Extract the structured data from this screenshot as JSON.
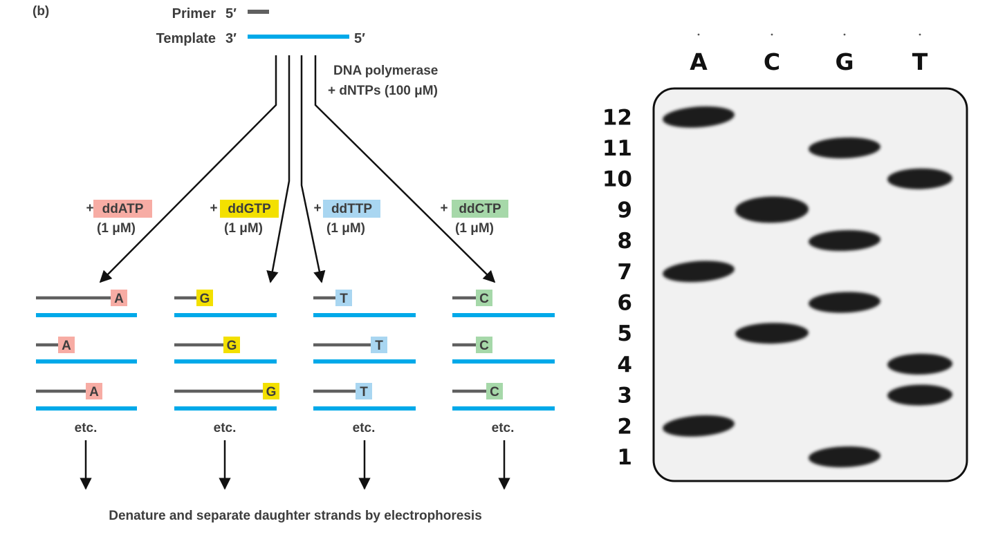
{
  "panel_label": "(b)",
  "primer": {
    "label": "Primer",
    "end": "5′"
  },
  "template": {
    "label": "Template",
    "end_left": "3′",
    "end_right": "5′"
  },
  "polymerase": {
    "line1": "DNA polymerase",
    "line2": "+ dNTPs (100 μM)"
  },
  "reactions": [
    {
      "plus": "+",
      "name": "ddATP",
      "conc": "(1 μM)",
      "base": "A",
      "color": "#f7aca4",
      "etc": "etc."
    },
    {
      "plus": "+",
      "name": "ddGTP",
      "conc": "(1 μM)",
      "base": "G",
      "color": "#f3e000",
      "etc": "etc."
    },
    {
      "plus": "+",
      "name": "ddTTP",
      "conc": "(1 μM)",
      "base": "T",
      "color": "#a9d6f1",
      "etc": "etc."
    },
    {
      "plus": "+",
      "name": "ddCTP",
      "conc": "(1 μM)",
      "base": "C",
      "color": "#a6d8a9",
      "etc": "etc."
    }
  ],
  "footer": "Denature and separate daughter strands by electrophoresis",
  "colors": {
    "template": "#00a9e9",
    "primer": "#606060",
    "text": "#3d3d3d",
    "band": "#1a1a1a"
  },
  "gel": {
    "lanes": [
      "A",
      "C",
      "G",
      "T"
    ],
    "positions": [
      "12",
      "11",
      "10",
      "9",
      "8",
      "7",
      "6",
      "5",
      "4",
      "3",
      "2",
      "1"
    ],
    "bands": [
      {
        "lane": "A",
        "position": 12
      },
      {
        "lane": "A",
        "position": 7
      },
      {
        "lane": "A",
        "position": 2
      },
      {
        "lane": "C",
        "position": 9
      },
      {
        "lane": "C",
        "position": 5
      },
      {
        "lane": "G",
        "position": 11
      },
      {
        "lane": "G",
        "position": 8
      },
      {
        "lane": "G",
        "position": 6
      },
      {
        "lane": "G",
        "position": 1
      },
      {
        "lane": "T",
        "position": 10
      },
      {
        "lane": "T",
        "position": 4
      },
      {
        "lane": "T",
        "position": 3
      }
    ]
  }
}
